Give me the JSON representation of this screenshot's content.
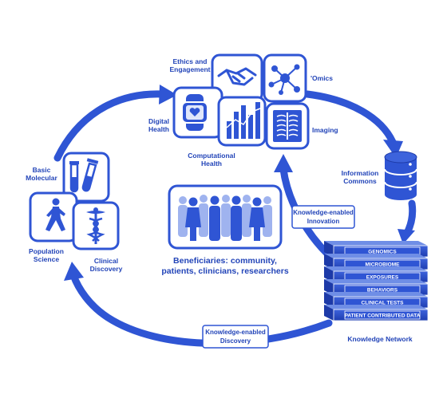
{
  "colors": {
    "primary": "#2f55d4",
    "light": "#dfe6fb",
    "mid": "#6f8ee6",
    "dark": "#1d3aa8"
  },
  "labels": {
    "ethics_engagement": [
      "Ethics and",
      "Engagement"
    ],
    "omics": "'Omics",
    "digital_health": [
      "Digital",
      "Health"
    ],
    "imaging": "Imaging",
    "computational_health": [
      "Computational",
      "Health"
    ],
    "information_commons": [
      "Information",
      "Commons"
    ],
    "basic_molecular": [
      "Basic",
      "Molecular"
    ],
    "population_science": [
      "Population",
      "Science"
    ],
    "clinical_discovery": [
      "Clinical",
      "Discovery"
    ],
    "knowledge_innovation": [
      "Knowledge-enabled",
      "Innovation"
    ],
    "knowledge_discovery": [
      "Knowledge-enabled",
      "Discovery"
    ],
    "beneficiaries": [
      "Beneficiaries: community,",
      "patients, clinicians, researchers"
    ],
    "knowledge_network": "Knowledge Network",
    "layers": [
      "GENOMICS",
      "MICROBIOME",
      "EXPOSURES",
      "BEHAVIORS",
      "CLINICAL TESTS",
      "PATIENT CONTRIBUTED DATA"
    ]
  },
  "icons": [
    "handshake-icon",
    "network-icon",
    "smartwatch-icon",
    "bar-chart-icon",
    "ribcage-icon",
    "test-tubes-icon",
    "walking-person-icon",
    "caduceus-icon",
    "database-icon",
    "people-group-icon"
  ]
}
